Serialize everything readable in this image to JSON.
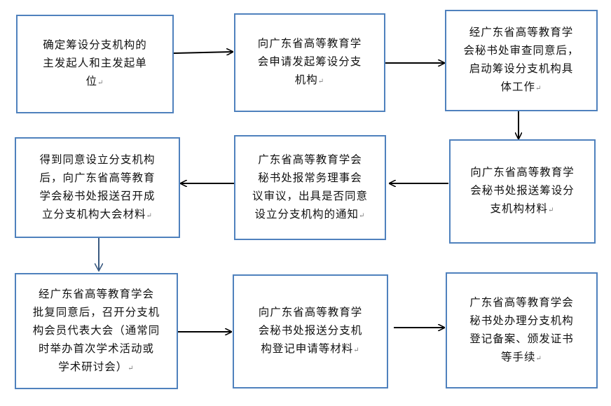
{
  "diagram": {
    "steps": [
      {
        "id": "s1",
        "text": "确定筹设分支机构的\n主发起人和主发起单\n位"
      },
      {
        "id": "s2",
        "text": "向广东省高等教育学\n会申请发起筹设分支\n机构"
      },
      {
        "id": "s3",
        "text": "经广东省高等教育学\n会秘书处审查同意后，\n启动筹设分支机构具\n体工作"
      },
      {
        "id": "s4",
        "text": "向广东省高等教育学\n会秘书处报送筹设分\n支机构材料"
      },
      {
        "id": "s5",
        "text": "广东省高等教育学会\n秘书处报常务理事会\n议审议，出具是否同意\n设立分支机构的通知"
      },
      {
        "id": "s6",
        "text": "得到同意设立分支机构\n后，向广东省高等教育\n学会秘书处报送召开成\n立分支机构大会材料"
      },
      {
        "id": "s7",
        "text": "经广东省高等教育学会\n批复同意后，召开分支机\n构会员代表大会（通常同\n时举办首次学术活动或\n学术研讨会）"
      },
      {
        "id": "s8",
        "text": "向广东省高等教育学\n会秘书处报送分支机\n构登记申请等材料"
      },
      {
        "id": "s9",
        "text": "广东省高等教育学会\n秘书处办理分支机构\n登记备案、颁发证书\n等手续"
      }
    ],
    "paragraph_mark": "↵",
    "colors": {
      "border": "#4f81bd",
      "arrow": "#000000",
      "connector": "#3a5a80"
    }
  }
}
